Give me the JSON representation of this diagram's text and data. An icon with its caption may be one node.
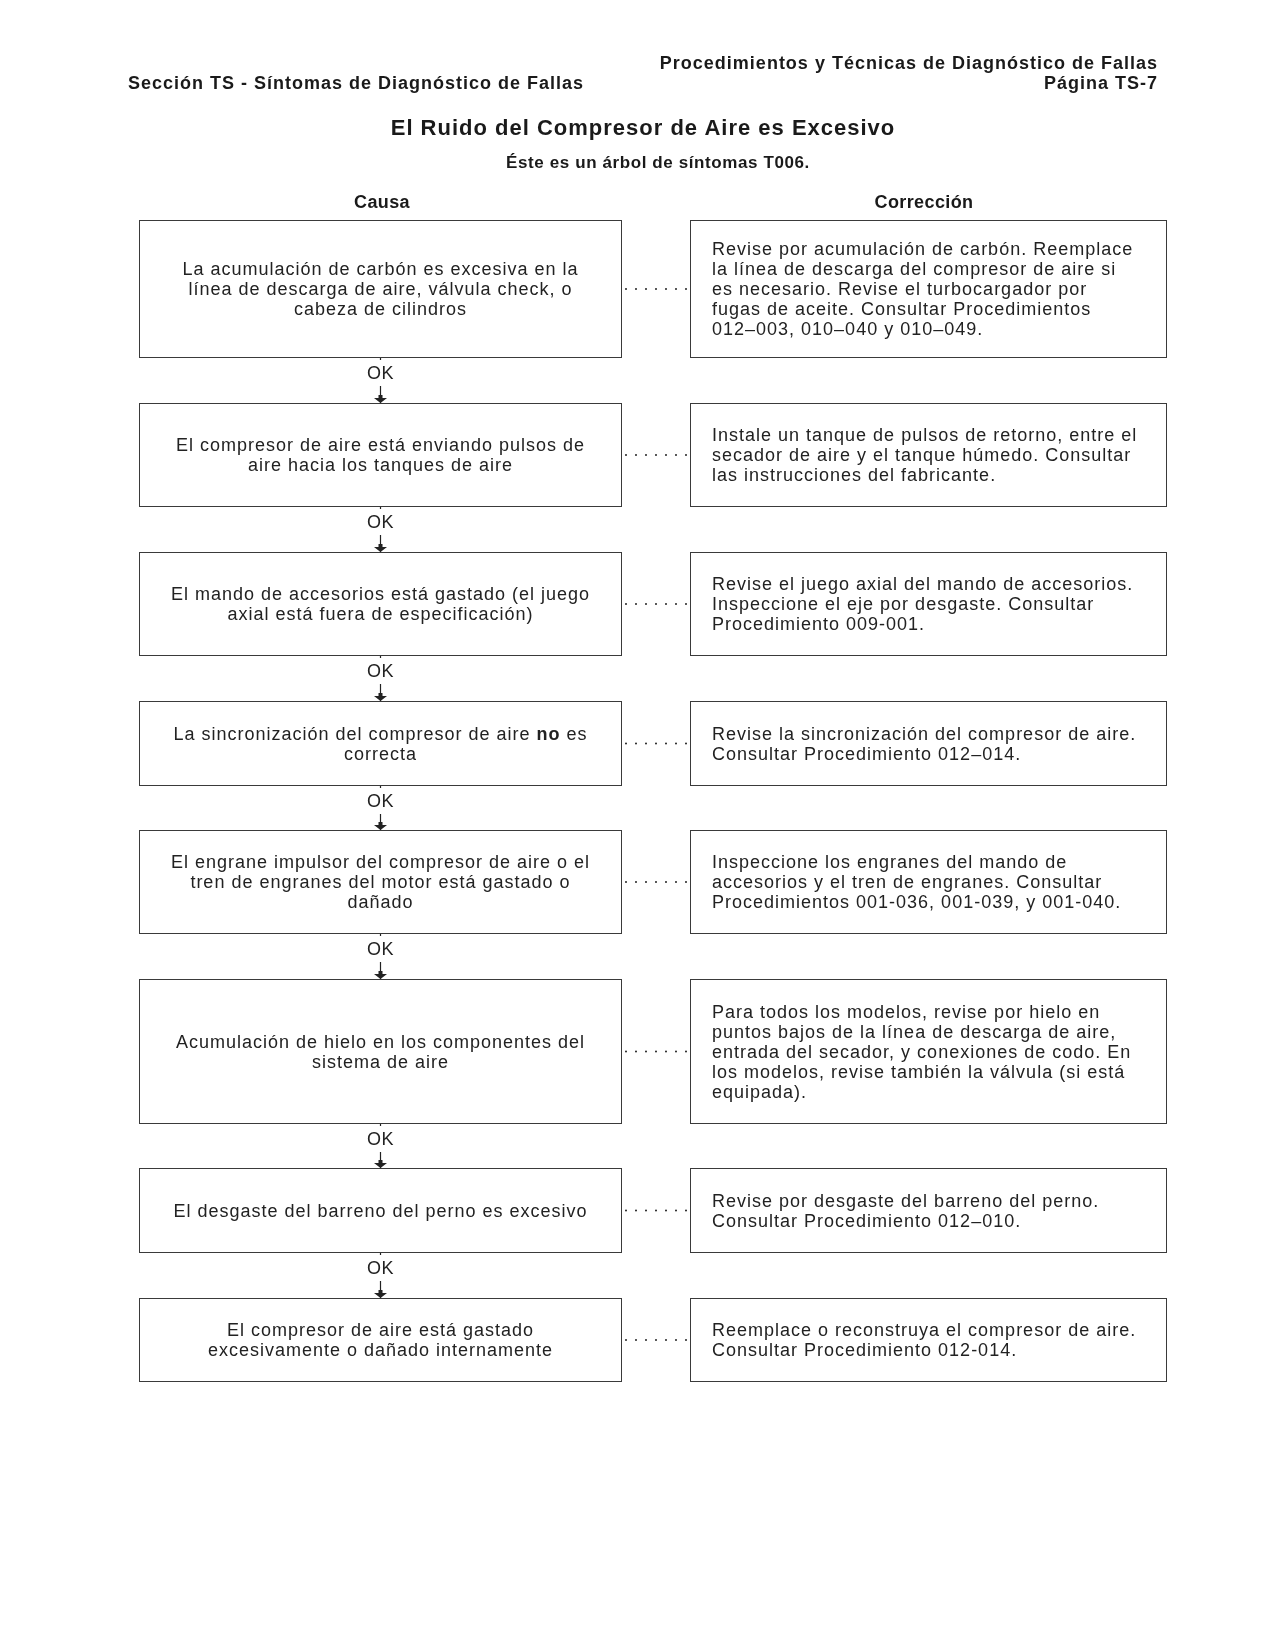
{
  "diagram": {
    "title": "El Ruido del Compresor de Aire es Excesivo",
    "nodes": [
      {
        "text": [
          "La acumulación de carbón es excesiva en la línea de descarga de aire, válvula check, o cabeza de cilindros"
        ]
      },
      {
        "text": [
          "Revise por acumulación de carbón. Reemplace la línea de descarga del compresor de aire si es necesario. Revise el turbocargador por fugas de aceite. Consultar Procedimientos 012–003, 010–040 y 010–049."
        ]
      },
      {
        "text": [
          "El compresor de aire está enviando pulsos de aire hacia los tanques de aire"
        ]
      },
      {
        "text": [
          "Instale un tanque de pulsos de retorno, entre el secador de aire y el tanque húmedo. Consultar las instrucciones del fabricante."
        ]
      },
      {
        "text": [
          "El mando de accesorios está gastado (el juego axial está fuera de especificación)"
        ]
      },
      {
        "text": [
          "Revise el juego axial del mando de accesorios. Inspeccione el eje por desgaste. Consultar Procedimiento 009-001."
        ]
      },
      {
        "text": [
          "La sincronización del compresor de aire **no** es correcta"
        ]
      },
      {
        "text": [
          "Revise la sincronización del compresor de aire. Consultar Procedimiento 012–014."
        ]
      },
      {
        "text": [
          "El engrane impulsor del compresor de aire o el tren de engranes del motor está gastado o dañado"
        ]
      },
      {
        "text": [
          "Inspeccione los engranes del mando de accesorios y el tren de engranes. Consultar Procedimientos 001-036, 001-039, y 001-040."
        ]
      },
      {
        "text": [
          "Acumulación de hielo en los componentes del sistema de aire"
        ]
      },
      {
        "text": [
          "Para todos los modelos, revise por hielo en puntos bajos de la línea de descarga de aire, entrada del secador, y conexiones de codo. En los modelos, revise también la válvula (si está equipada)."
        ]
      },
      {
        "text": [
          "El desgaste del barreno del perno es excesivo"
        ]
      },
      {
        "text": [
          "Revise por desgaste del barreno del perno. Consultar Procedimiento 012–010."
        ]
      },
      {
        "text": [
          "El compresor de aire está gastado excesivamente o dañado internamente"
        ]
      },
      {
        "text": [
          "Reemplace o reconstruya el compresor de aire. Consultar Procedimiento 012-014."
        ]
      }
    ],
    "edges": [
      {
        "from": 0,
        "to": 1,
        "arrow": "none",
        "style": "dashed"
      },
      {
        "from": 0,
        "to": 2,
        "arrow": "to",
        "label": "OK"
      },
      {
        "from": 2,
        "to": 3,
        "arrow": "none",
        "style": "dashed"
      },
      {
        "from": 2,
        "to": 4,
        "arrow": "to",
        "label": "OK"
      },
      {
        "from": 4,
        "to": 5,
        "arrow": "none",
        "style": "dashed"
      },
      {
        "from": 4,
        "to": 6,
        "arrow": "to",
        "label": "OK"
      },
      {
        "from": 6,
        "to": 7,
        "arrow": "none",
        "style": "dashed"
      },
      {
        "from": 6,
        "to": 8,
        "arrow": "to",
        "label": "OK"
      },
      {
        "from": 8,
        "to": 9,
        "arrow": "none",
        "style": "dashed"
      },
      {
        "from": 8,
        "to": 10,
        "arrow": "to",
        "label": "OK"
      },
      {
        "from": 10,
        "to": 11,
        "arrow": "none",
        "style": "dashed"
      },
      {
        "from": 10,
        "to": 12,
        "arrow": "to",
        "label": "OK"
      },
      {
        "from": 12,
        "to": 13,
        "arrow": "none",
        "style": "dashed"
      },
      {
        "from": 12,
        "to": 14,
        "arrow": "to",
        "label": "OK"
      },
      {
        "from": 14,
        "to": 15,
        "arrow": "none",
        "style": "dashed"
      }
    ],
    "labels": [
      "Procedimientos y Técnicas de Diagnóstico de Fallas",
      "Sección TS - Síntomas de Diagnóstico de Fallas",
      "Página TS-7",
      "Éste es un árbol de síntomas T006.",
      "Causa",
      "Corrección"
    ]
  }
}
